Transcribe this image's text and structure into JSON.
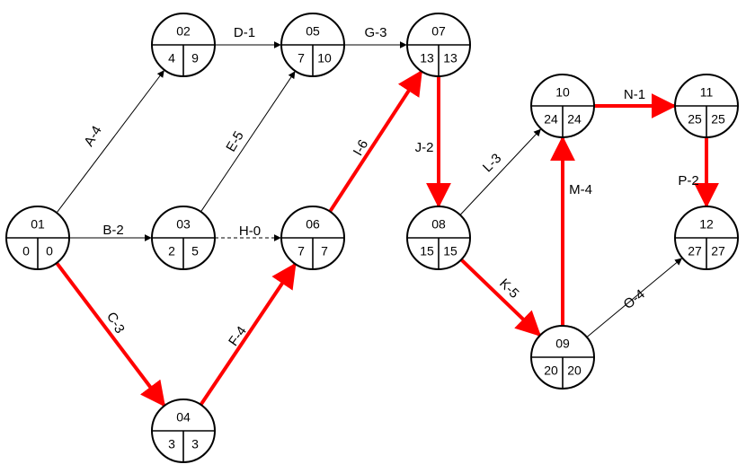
{
  "colors": {
    "critical": "#ff0000",
    "normal": "#000000",
    "background": "#ffffff"
  },
  "nodes": [
    {
      "id": "01",
      "es": "0",
      "lf": "0"
    },
    {
      "id": "02",
      "es": "4",
      "lf": "9"
    },
    {
      "id": "03",
      "es": "2",
      "lf": "5"
    },
    {
      "id": "04",
      "es": "3",
      "lf": "3"
    },
    {
      "id": "05",
      "es": "7",
      "lf": "10"
    },
    {
      "id": "06",
      "es": "7",
      "lf": "7"
    },
    {
      "id": "07",
      "es": "13",
      "lf": "13"
    },
    {
      "id": "08",
      "es": "15",
      "lf": "15"
    },
    {
      "id": "09",
      "es": "20",
      "lf": "20"
    },
    {
      "id": "10",
      "es": "24",
      "lf": "24"
    },
    {
      "id": "11",
      "es": "25",
      "lf": "25"
    },
    {
      "id": "12",
      "es": "27",
      "lf": "27"
    }
  ],
  "edges": [
    {
      "label": "A-4",
      "from": "01",
      "to": "02",
      "critical": false,
      "dashed": false
    },
    {
      "label": "B-2",
      "from": "01",
      "to": "03",
      "critical": false,
      "dashed": false
    },
    {
      "label": "C-3",
      "from": "01",
      "to": "04",
      "critical": true,
      "dashed": false
    },
    {
      "label": "D-1",
      "from": "02",
      "to": "05",
      "critical": false,
      "dashed": false
    },
    {
      "label": "E-5",
      "from": "03",
      "to": "05",
      "critical": false,
      "dashed": false
    },
    {
      "label": "H-0",
      "from": "03",
      "to": "06",
      "critical": false,
      "dashed": true
    },
    {
      "label": "F-4",
      "from": "04",
      "to": "06",
      "critical": true,
      "dashed": false
    },
    {
      "label": "G-3",
      "from": "05",
      "to": "07",
      "critical": false,
      "dashed": false
    },
    {
      "label": "I-6",
      "from": "06",
      "to": "07",
      "critical": true,
      "dashed": false
    },
    {
      "label": "J-2",
      "from": "07",
      "to": "08",
      "critical": true,
      "dashed": false
    },
    {
      "label": "L-3",
      "from": "08",
      "to": "10",
      "critical": false,
      "dashed": false
    },
    {
      "label": "K-5",
      "from": "08",
      "to": "09",
      "critical": true,
      "dashed": false
    },
    {
      "label": "M-4",
      "from": "09",
      "to": "10",
      "critical": true,
      "dashed": false
    },
    {
      "label": "O-4",
      "from": "09",
      "to": "12",
      "critical": false,
      "dashed": false
    },
    {
      "label": "N-1",
      "from": "10",
      "to": "11",
      "critical": true,
      "dashed": false
    },
    {
      "label": "P-2",
      "from": "11",
      "to": "12",
      "critical": true,
      "dashed": false
    }
  ]
}
